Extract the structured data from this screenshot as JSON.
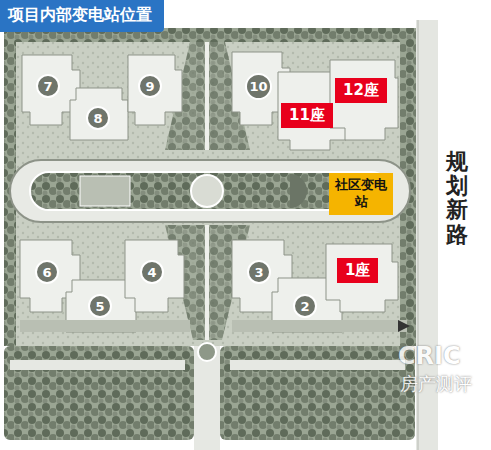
{
  "diagram": {
    "title": "项目内部变电站位置",
    "nodes": [
      {
        "text": [
          "7"
        ]
      },
      {
        "text": [
          "8"
        ]
      },
      {
        "text": [
          "9"
        ]
      },
      {
        "text": [
          "10"
        ]
      },
      {
        "text": [
          "12座"
        ]
      },
      {
        "text": [
          "11座"
        ]
      },
      {
        "text": [
          "社区变电站"
        ]
      },
      {
        "text": [
          "6"
        ]
      },
      {
        "text": [
          "4"
        ]
      },
      {
        "text": [
          "5"
        ]
      },
      {
        "text": [
          "3"
        ]
      },
      {
        "text": [
          "1座"
        ]
      },
      {
        "text": [
          "2"
        ]
      }
    ],
    "labels": [
      "规划新路",
      "CRIC",
      "房产测评"
    ]
  }
}
